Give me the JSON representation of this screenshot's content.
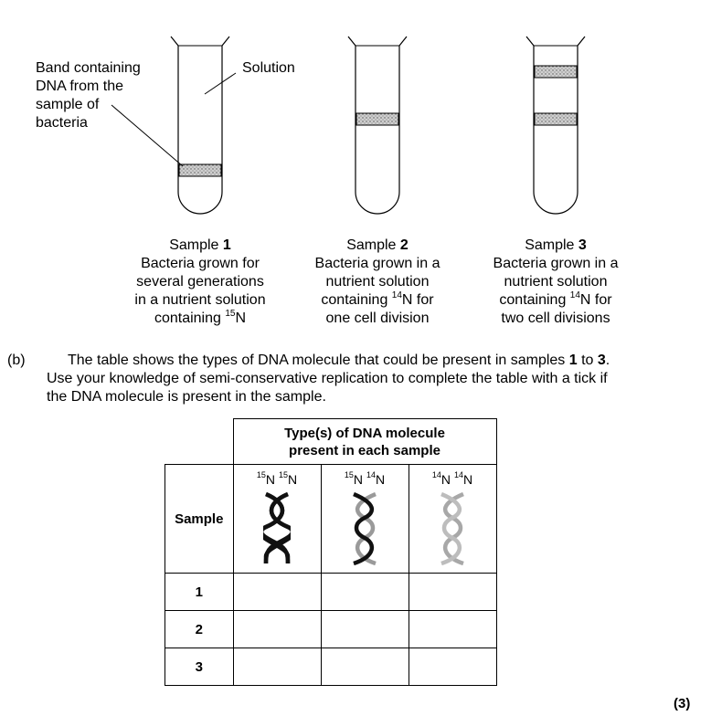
{
  "diagram": {
    "band_label_lines": [
      "Band containing",
      "DNA from the",
      "sample of",
      "bacteria"
    ],
    "solution_label": "Solution",
    "samples": [
      {
        "title_prefix": "Sample ",
        "title_num": "1",
        "lines": [
          "Bacteria grown for",
          "several generations",
          "in a nutrient solution"
        ],
        "last_pre": "containing ",
        "last_sup": "15",
        "last_post": "N"
      },
      {
        "title_prefix": "Sample ",
        "title_num": "2",
        "lines": [
          "Bacteria grown in a",
          "nutrient solution"
        ],
        "mid_pre": "containing ",
        "mid_sup": "14",
        "mid_post": "N for",
        "last": "one cell division"
      },
      {
        "title_prefix": "Sample ",
        "title_num": "3",
        "lines": [
          "Bacteria grown in a",
          "nutrient solution"
        ],
        "mid_pre": "containing ",
        "mid_sup": "14",
        "mid_post": "N for",
        "last": "two cell divisions"
      }
    ]
  },
  "question": {
    "part": "(b)",
    "line1_pre": "The table shows the types of DNA molecule that could be present in samples ",
    "num1": "1",
    "to": " to ",
    "num2": "3",
    "period": ".",
    "line2": "Use your knowledge of semi-conservative replication to complete the table with a tick if",
    "line3": "the DNA molecule is present in the sample."
  },
  "table": {
    "header": [
      "Type(s) of DNA molecule",
      "present in each sample"
    ],
    "sample_label": "Sample",
    "columns": [
      {
        "a": "15",
        "b": "15"
      },
      {
        "a": "15",
        "b": "14"
      },
      {
        "a": "14",
        "b": "14"
      }
    ],
    "element": "N",
    "rows": [
      "1",
      "2",
      "3"
    ]
  },
  "marks": "(3)"
}
